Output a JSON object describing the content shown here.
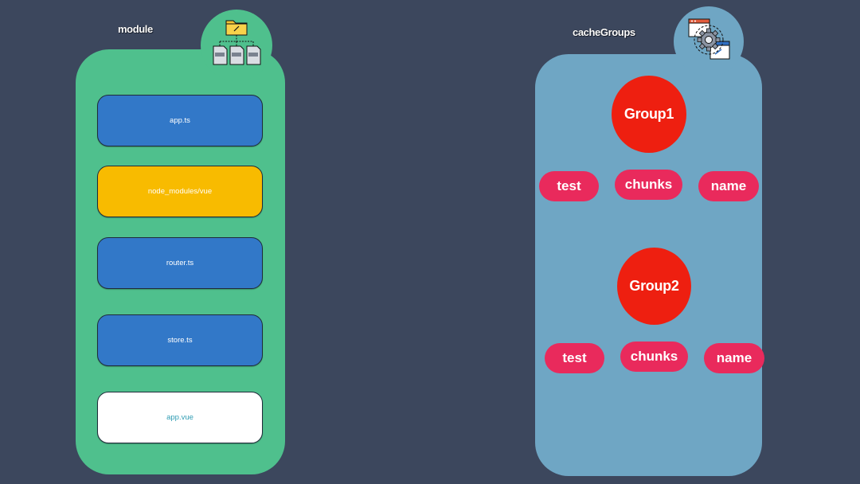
{
  "colors": {
    "background": "#3c475d",
    "module_panel": "#4fc08d",
    "cache_panel": "#6fa6c4",
    "item_blue": "#3278c8",
    "item_yellow": "#f8bb00",
    "item_white": "#ffffff",
    "item_white_text": "#2f9cb3",
    "group_red": "#ee1f10",
    "pill_pink": "#e92a5c"
  },
  "module": {
    "title": "module",
    "icon": "folder-tree-icon",
    "items": [
      {
        "label": "app.ts",
        "color": "#3278c8"
      },
      {
        "label": "node_modules/vue",
        "color": "#f8bb00"
      },
      {
        "label": "router.ts",
        "color": "#3278c8"
      },
      {
        "label": "store.ts",
        "color": "#3278c8"
      },
      {
        "label": "app.vue",
        "color": "#ffffff"
      }
    ]
  },
  "cacheGroups": {
    "title": "cacheGroups",
    "icon": "gear-settings-icon",
    "groups": [
      {
        "name": "Group1",
        "props": [
          "test",
          "chunks",
          "name"
        ]
      },
      {
        "name": "Group2",
        "props": [
          "test",
          "chunks",
          "name"
        ]
      }
    ]
  }
}
